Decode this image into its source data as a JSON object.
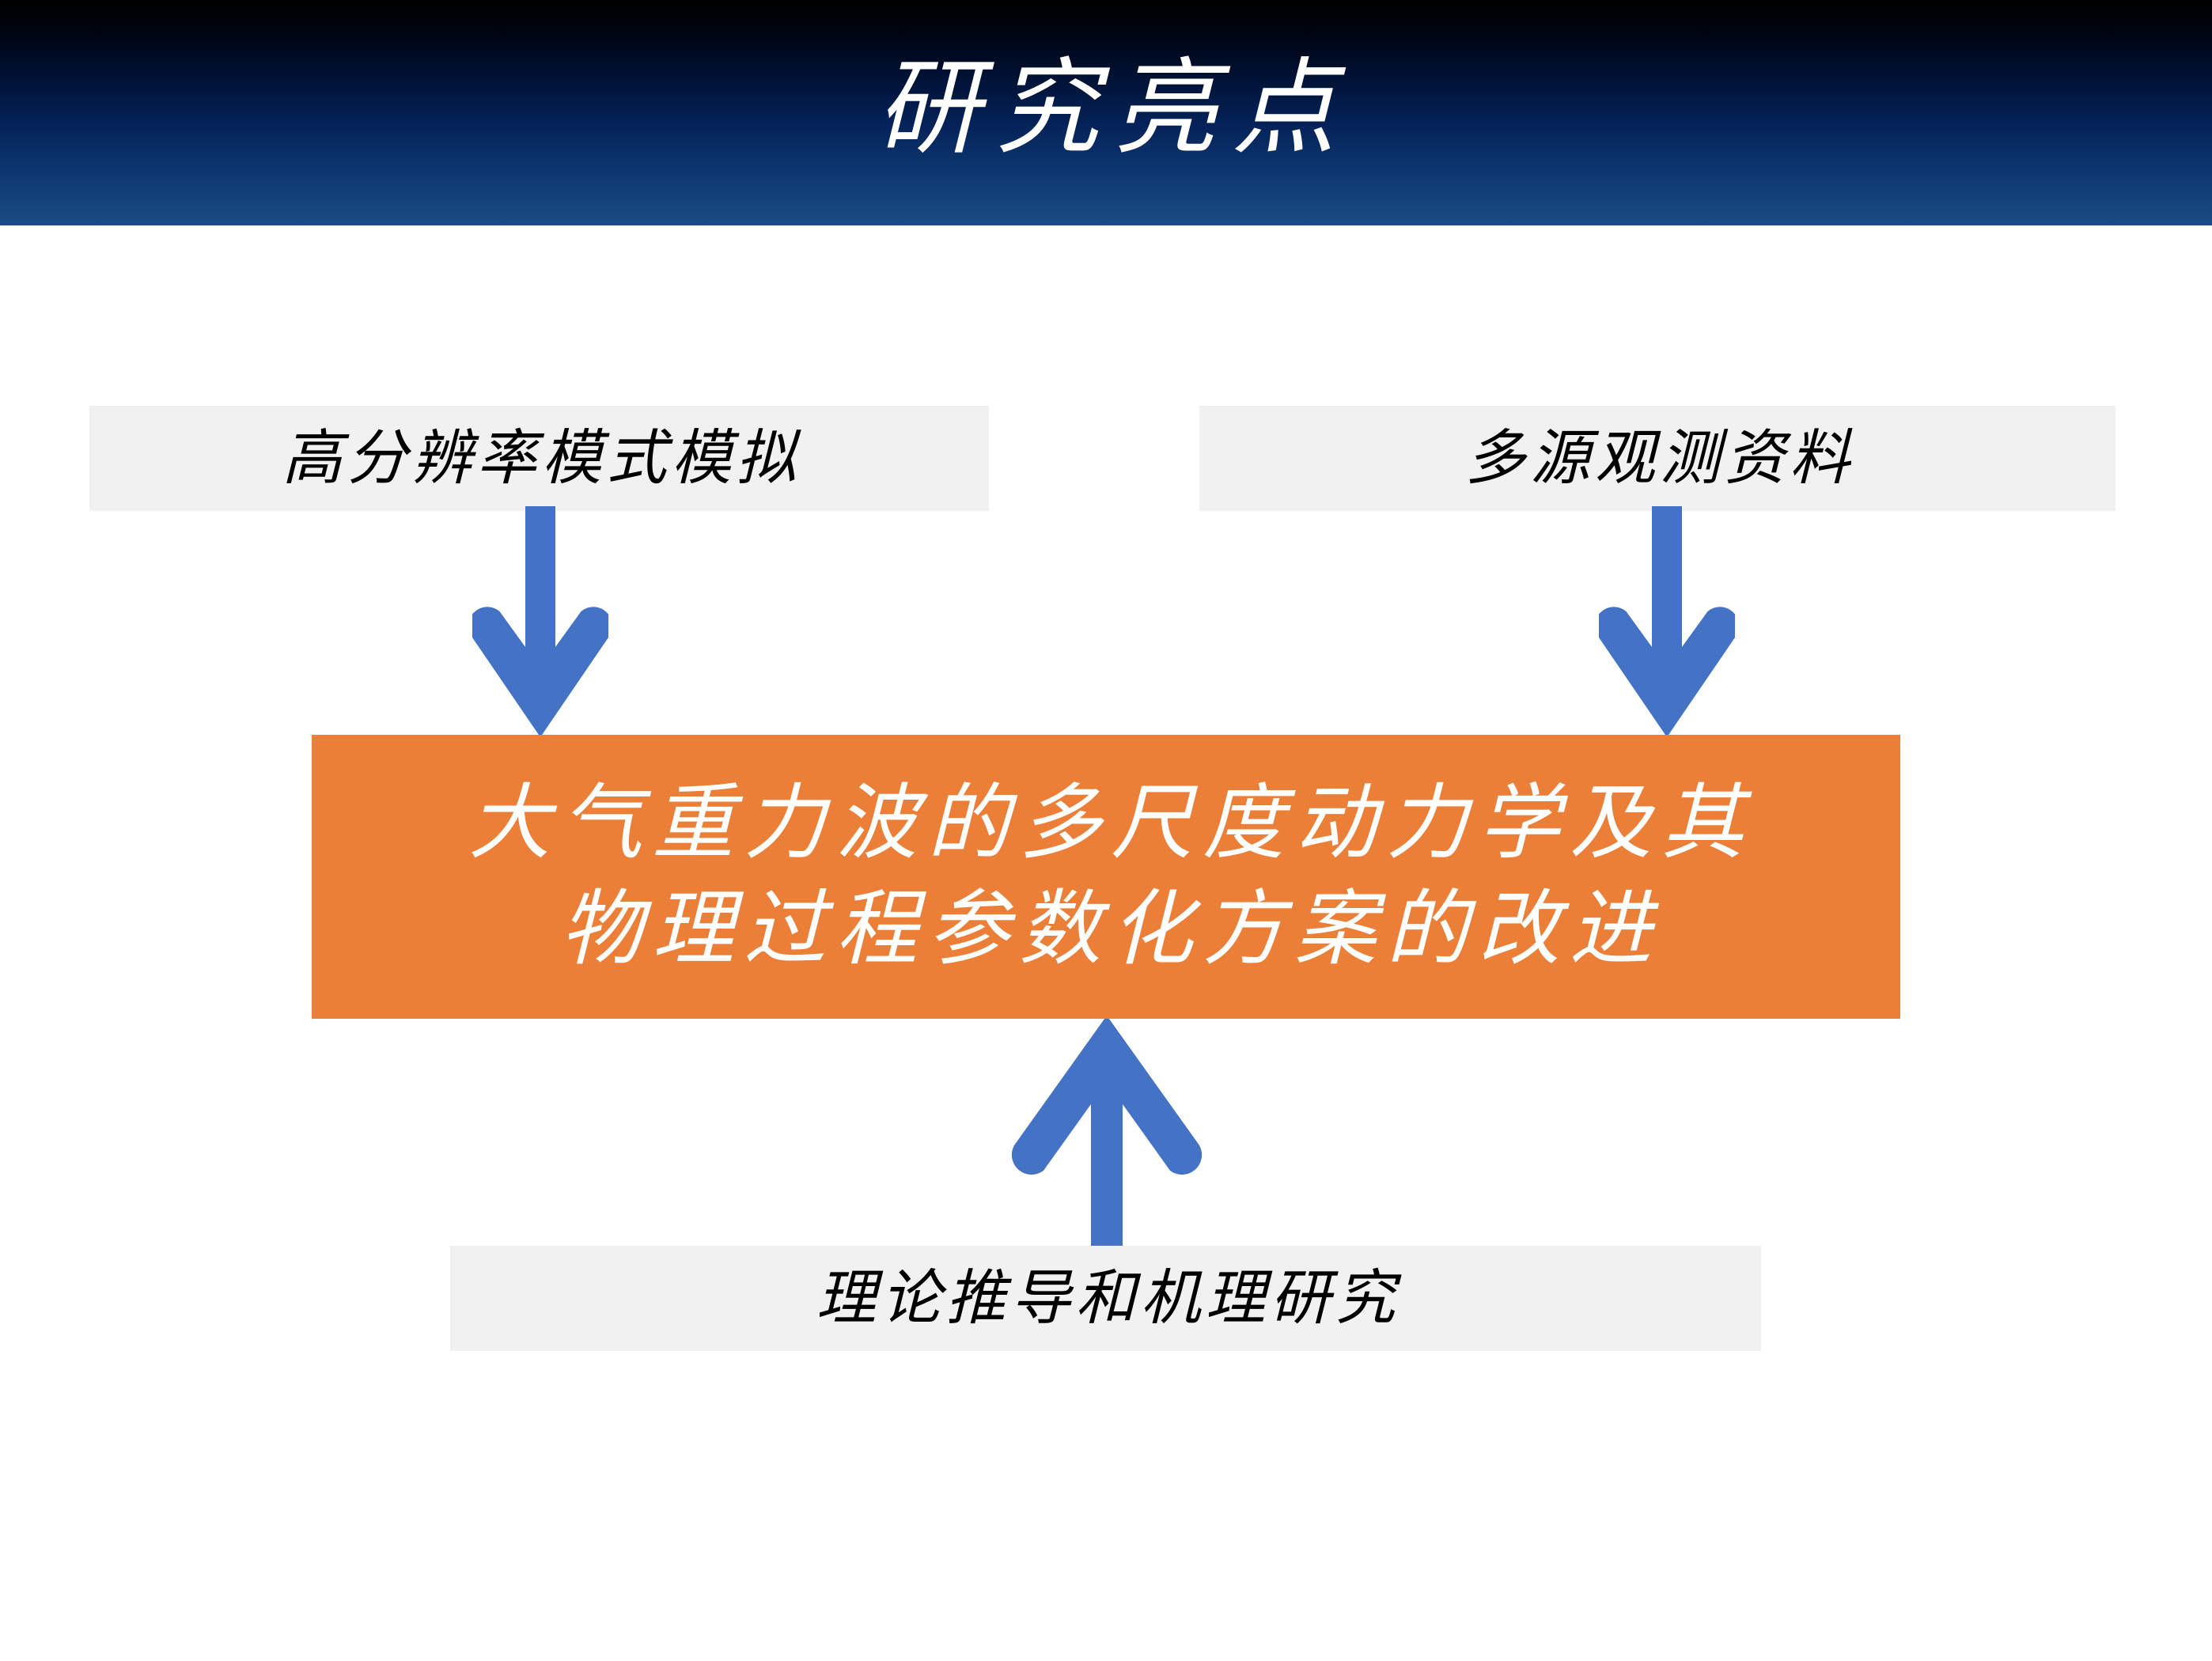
{
  "slide": {
    "title": "研究亮点",
    "background_color": "#ffffff"
  },
  "theme": {
    "header_gradient_top": "#000000",
    "header_gradient_bottom": "#1a4b84",
    "box_gray": "#f1f1f1",
    "box_orange": "#ec7f37",
    "arrow_blue": "#4472c4",
    "title_text_color": "#ffffff",
    "box_text_color": "#000000",
    "central_text_color": "#ffffff"
  },
  "inputs": {
    "high_resolution": {
      "label": "高分辨率模式模拟"
    },
    "observation": {
      "label": "多源观测资料"
    },
    "theory": {
      "label": "理论推导和机理研究"
    }
  },
  "central": {
    "line1": "大气重力波的多尺度动力学及其",
    "line2": "物理过程参数化方案的改进"
  },
  "arrows": {
    "high_resolution": {
      "direction": "down",
      "icon": "arrow-down-icon"
    },
    "observation": {
      "direction": "down",
      "icon": "arrow-down-icon"
    },
    "theory": {
      "direction": "up",
      "icon": "arrow-up-icon"
    }
  }
}
